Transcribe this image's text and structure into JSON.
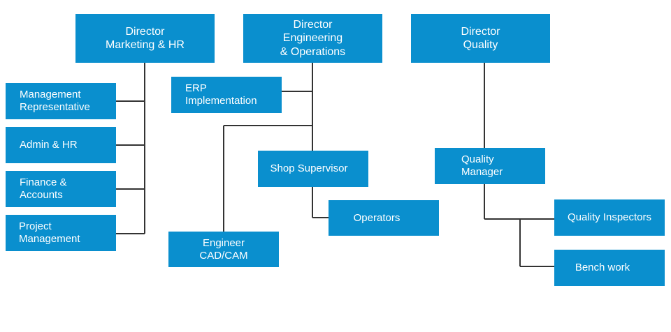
{
  "directors": {
    "marketing_hr": [
      "Director",
      "Marketing & HR"
    ],
    "engineering_operations": [
      "Director",
      "Engineering",
      "& Operations"
    ],
    "quality": [
      "Director",
      "Quality"
    ]
  },
  "marketing_hr_units": {
    "management_representative": [
      "Management",
      "Representative"
    ],
    "admin_hr": [
      "Admin & HR"
    ],
    "finance_accounts": [
      "Finance &",
      "Accounts"
    ],
    "project_management": [
      "Project",
      "Management"
    ]
  },
  "engineering_units": {
    "erp_implementation": [
      "ERP",
      "Implementation"
    ],
    "shop_supervisor": [
      "Shop Supervisor"
    ],
    "operators": [
      "Operators"
    ],
    "engineer_cad_cam": [
      "Engineer",
      "CAD/CAM"
    ]
  },
  "quality_units": {
    "quality_manager": [
      "Quality",
      "Manager"
    ],
    "quality_inspectors": [
      "Quality Inspectors"
    ],
    "bench_work": [
      "Bench work"
    ]
  },
  "colors": {
    "box": "#0a8fce",
    "text": "#ffffff",
    "line": "#333333"
  }
}
